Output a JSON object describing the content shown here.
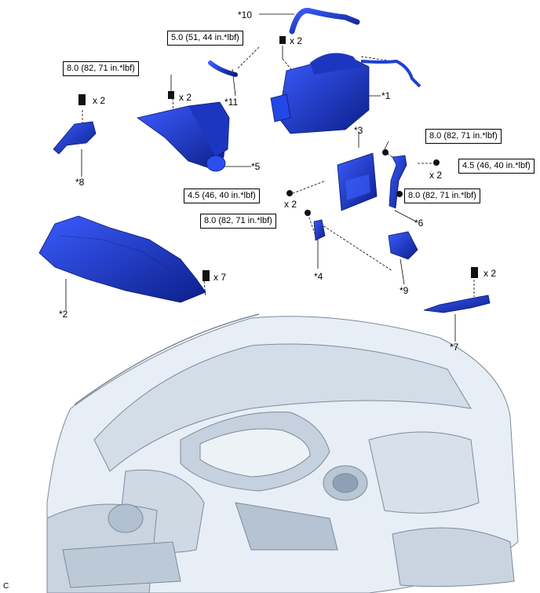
{
  "callouts": {
    "c1": "*1",
    "c2": "*2",
    "c3": "*3",
    "c4": "*4",
    "c5": "*5",
    "c6": "*6",
    "c7": "*7",
    "c8": "*8",
    "c9": "*9",
    "c10": "*10",
    "c11": "*11"
  },
  "torque": {
    "t1": "5.0 (51, 44 in.*lbf)",
    "t2": "8.0 (82, 71 in.*lbf)",
    "t3": "8.0 (82, 71 in.*lbf)",
    "t4": "4.5 (46, 40 in.*lbf)",
    "t5": "4.5 (46, 40 in.*lbf)",
    "t6": "8.0 (82, 71 in.*lbf)",
    "t7": "8.0 (82, 71 in.*lbf)"
  },
  "quantities": {
    "q1": "x 2",
    "q2": "x 2",
    "q3": "x 2",
    "q4": "x 2",
    "q5": "x 2",
    "q6": "x 7",
    "q7": "x 2"
  },
  "figure_code": "C",
  "colors": {
    "part_blue": "#1f3fd6",
    "part_dark": "#0c1f8a",
    "engine_outline": "#9aa7b8",
    "engine_fill": "#dfe8f1"
  }
}
